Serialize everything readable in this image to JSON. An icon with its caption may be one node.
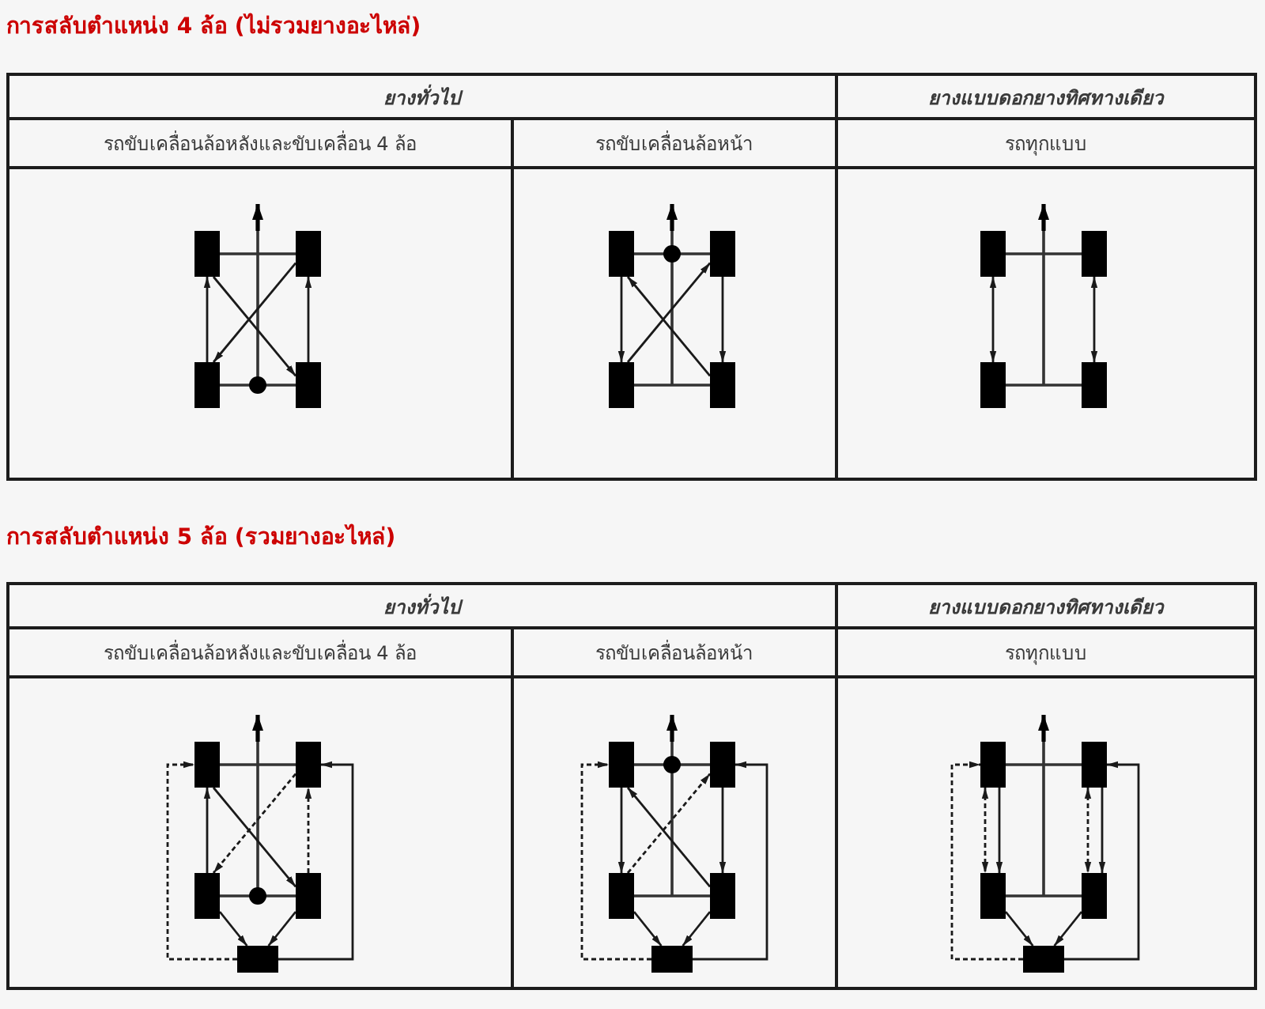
{
  "diagram": {
    "nodes": [
      {
        "text": [],
        "shape": "box"
      },
      {
        "text": [],
        "shape": "box"
      },
      {
        "text": [],
        "shape": "box"
      },
      {
        "text": [],
        "shape": "box"
      },
      {
        "text": [],
        "shape": "box"
      },
      {
        "text": [],
        "shape": "box"
      },
      {
        "text": [],
        "shape": "box"
      },
      {
        "text": [],
        "shape": "box"
      },
      {
        "text": [],
        "shape": "box"
      },
      {
        "text": [],
        "shape": "box"
      },
      {
        "text": [],
        "shape": "box"
      },
      {
        "text": [],
        "shape": "box"
      },
      {
        "text": [],
        "shape": "box"
      },
      {
        "text": [],
        "shape": "box"
      },
      {
        "text": [],
        "shape": "box"
      },
      {
        "text": [],
        "shape": "box"
      },
      {
        "text": [],
        "shape": "box"
      },
      {
        "text": [],
        "shape": "box"
      },
      {
        "text": [],
        "shape": "box"
      },
      {
        "text": [],
        "shape": "box"
      },
      {
        "text": [],
        "shape": "box"
      },
      {
        "text": [],
        "shape": "box"
      },
      {
        "text": [],
        "shape": "box"
      },
      {
        "text": [],
        "shape": "box"
      },
      {
        "text": [],
        "shape": "box"
      },
      {
        "text": [],
        "shape": "box"
      },
      {
        "text": [],
        "shape": "box"
      }
    ],
    "edges": [
      {
        "from": 0,
        "to": 1,
        "arrow": "none"
      },
      {
        "from": 2,
        "to": 3,
        "arrow": "none"
      },
      {
        "from": 2,
        "to": 0,
        "arrow": "to"
      },
      {
        "from": 3,
        "to": 1,
        "arrow": "to"
      },
      {
        "from": 0,
        "to": 3,
        "arrow": "to"
      },
      {
        "from": 1,
        "to": 2,
        "arrow": "to"
      },
      {
        "from": 4,
        "to": 5,
        "arrow": "none"
      },
      {
        "from": 6,
        "to": 7,
        "arrow": "none"
      },
      {
        "from": 4,
        "to": 6,
        "arrow": "to"
      },
      {
        "from": 5,
        "to": 7,
        "arrow": "to"
      },
      {
        "from": 7,
        "to": 4,
        "arrow": "to"
      },
      {
        "from": 6,
        "to": 5,
        "arrow": "to"
      },
      {
        "from": 8,
        "to": 9,
        "arrow": "none"
      },
      {
        "from": 10,
        "to": 11,
        "arrow": "none"
      },
      {
        "from": 8,
        "to": 10,
        "arrow": "both"
      },
      {
        "from": 9,
        "to": 11,
        "arrow": "both"
      },
      {
        "from": 12,
        "to": 13,
        "arrow": "none"
      },
      {
        "from": 14,
        "to": 15,
        "arrow": "none"
      },
      {
        "from": 14,
        "to": 12,
        "arrow": "to"
      },
      {
        "from": 15,
        "to": 13,
        "arrow": "to",
        "style": "dashed"
      },
      {
        "from": 12,
        "to": 15,
        "arrow": "to"
      },
      {
        "from": 13,
        "to": 14,
        "arrow": "to",
        "style": "dashed"
      },
      {
        "from": 16,
        "to": 12,
        "arrow": "to",
        "style": "dashed"
      },
      {
        "from": 16,
        "to": 13,
        "arrow": "to"
      },
      {
        "from": 14,
        "to": 16,
        "arrow": "to"
      },
      {
        "from": 15,
        "to": 16,
        "arrow": "to"
      },
      {
        "from": 17,
        "to": 18,
        "arrow": "none"
      },
      {
        "from": 19,
        "to": 20,
        "arrow": "none"
      },
      {
        "from": 17,
        "to": 19,
        "arrow": "to"
      },
      {
        "from": 18,
        "to": 20,
        "arrow": "to"
      },
      {
        "from": 20,
        "to": 17,
        "arrow": "to"
      },
      {
        "from": 19,
        "to": 18,
        "arrow": "to",
        "style": "dashed"
      },
      {
        "from": 21,
        "to": 17,
        "arrow": "to",
        "style": "dashed"
      },
      {
        "from": 21,
        "to": 18,
        "arrow": "to"
      },
      {
        "from": 19,
        "to": 21,
        "arrow": "to"
      },
      {
        "from": 20,
        "to": 21,
        "arrow": "to"
      },
      {
        "from": 22,
        "to": 23,
        "arrow": "none"
      },
      {
        "from": 24,
        "to": 25,
        "arrow": "none"
      },
      {
        "from": 22,
        "to": 24,
        "arrow": "both",
        "style": "dashed"
      },
      {
        "from": 22,
        "to": 24,
        "arrow": "to"
      },
      {
        "from": 23,
        "to": 25,
        "arrow": "both",
        "style": "dashed"
      },
      {
        "from": 23,
        "to": 25,
        "arrow": "to"
      },
      {
        "from": 26,
        "to": 22,
        "arrow": "to",
        "style": "dashed"
      },
      {
        "from": 26,
        "to": 23,
        "arrow": "to"
      },
      {
        "from": 24,
        "to": 26,
        "arrow": "to"
      },
      {
        "from": 25,
        "to": 26,
        "arrow": "to"
      }
    ],
    "labels": [
      "การสลับตำแหน่ง 4 ล้อ (ไม่รวมยางอะไหล่)",
      "ยางทั่วไป",
      "ยางแบบดอกยางทิศทางเดียว",
      "รถขับเคลื่อนล้อหลังและขับเคลื่อน 4 ล้อ",
      "รถขับเคลื่อนล้อหน้า",
      "รถทุกแบบ",
      "การสลับตำแหน่ง 5 ล้อ (รวมยางอะไหล่)",
      "ยางทั่วไป",
      "ยางแบบดอกยางทิศทางเดียว",
      "รถขับเคลื่อนล้อหลังและขับเคลื่อน 4 ล้อ",
      "รถขับเคลื่อนล้อหน้า",
      "รถทุกแบบ"
    ]
  }
}
